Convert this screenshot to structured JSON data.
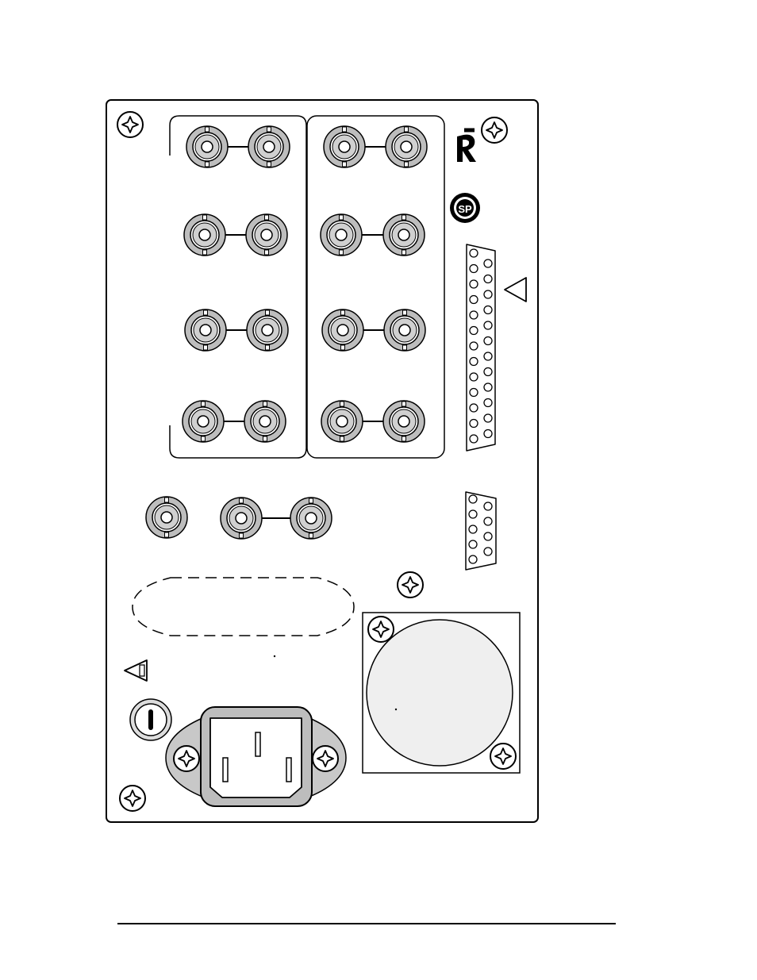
{
  "colors": {
    "ink": "#000000",
    "connector_fill": "#bdbdbd",
    "connector_pin": "#ffffff",
    "fan_fill": "#efefef",
    "power_fill": "#bdbdbd",
    "paper": "#ffffff"
  },
  "icons": {
    "screw": "phillips-screw-icon",
    "ur_mark": "ur-recognized-mark-icon",
    "csa_mark": "csa-certification-mark-icon",
    "warning": "warning-triangle-icon",
    "fuse": "fuse-icon",
    "switch": "power-switch-icon"
  },
  "panel": {
    "bnc_block_left_pairs": 4,
    "bnc_block_right_pairs": 4,
    "db25_pin_rows": [
      13,
      12
    ],
    "db9_pin_rows": [
      5,
      4
    ]
  }
}
